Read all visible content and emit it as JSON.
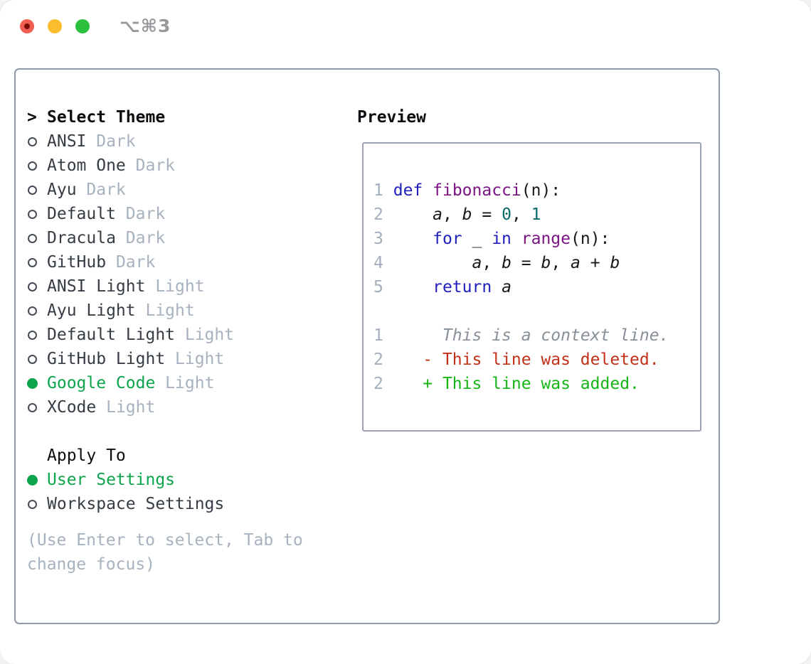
{
  "window": {
    "title": "⌥⌘3"
  },
  "colors": {
    "selection_green": "#0ca44d",
    "added_green": "#16b516",
    "deleted_red": "#c23018",
    "keyword_blue": "#2020bd",
    "function_purple": "#7a1583",
    "literal_teal": "#0b6a6a",
    "muted_gray": "#a7b1bf",
    "line_number_gray": "#a3adbd"
  },
  "theme_panel": {
    "header": {
      "marker": ">",
      "label": "Select Theme"
    },
    "items": [
      {
        "name": "ANSI",
        "variant": "Dark",
        "selected": false
      },
      {
        "name": "Atom One",
        "variant": "Dark",
        "selected": false
      },
      {
        "name": "Ayu",
        "variant": "Dark",
        "selected": false
      },
      {
        "name": "Default",
        "variant": "Dark",
        "selected": false
      },
      {
        "name": "Dracula",
        "variant": "Dark",
        "selected": false
      },
      {
        "name": "GitHub",
        "variant": "Dark",
        "selected": false
      },
      {
        "name": "ANSI Light",
        "variant": "Light",
        "selected": false
      },
      {
        "name": "Ayu Light",
        "variant": "Light",
        "selected": false
      },
      {
        "name": "Default Light",
        "variant": "Light",
        "selected": false
      },
      {
        "name": "GitHub Light",
        "variant": "Light",
        "selected": false
      },
      {
        "name": "Google Code",
        "variant": "Light",
        "selected": true
      },
      {
        "name": "XCode",
        "variant": "Light",
        "selected": false
      }
    ],
    "apply_to": {
      "label": "Apply To",
      "options": [
        {
          "name": "User Settings",
          "selected": true
        },
        {
          "name": "Workspace Settings",
          "selected": false
        }
      ]
    },
    "hint": "(Use Enter to select, Tab to change focus)"
  },
  "preview": {
    "label": "Preview",
    "code_lines": [
      {
        "num": "1",
        "tokens": [
          {
            "t": "def",
            "c": "kw"
          },
          {
            "t": " ",
            "c": "p"
          },
          {
            "t": "fibonacci",
            "c": "fn"
          },
          {
            "t": "(n):",
            "c": "p"
          }
        ]
      },
      {
        "num": "2",
        "tokens": [
          {
            "t": "    ",
            "c": "p"
          },
          {
            "t": "a",
            "c": "v"
          },
          {
            "t": ", ",
            "c": "p"
          },
          {
            "t": "b",
            "c": "v"
          },
          {
            "t": " = ",
            "c": "p"
          },
          {
            "t": "0",
            "c": "lit"
          },
          {
            "t": ", ",
            "c": "p"
          },
          {
            "t": "1",
            "c": "lit"
          }
        ]
      },
      {
        "num": "3",
        "tokens": [
          {
            "t": "    ",
            "c": "p"
          },
          {
            "t": "for",
            "c": "kw"
          },
          {
            "t": " _ ",
            "c": "p"
          },
          {
            "t": "in",
            "c": "kw"
          },
          {
            "t": " ",
            "c": "p"
          },
          {
            "t": "range",
            "c": "fn"
          },
          {
            "t": "(n):",
            "c": "p"
          }
        ]
      },
      {
        "num": "4",
        "tokens": [
          {
            "t": "        ",
            "c": "p"
          },
          {
            "t": "a",
            "c": "v"
          },
          {
            "t": ", ",
            "c": "p"
          },
          {
            "t": "b",
            "c": "v"
          },
          {
            "t": " = ",
            "c": "p"
          },
          {
            "t": "b",
            "c": "v"
          },
          {
            "t": ", ",
            "c": "p"
          },
          {
            "t": "a",
            "c": "v"
          },
          {
            "t": " + ",
            "c": "p"
          },
          {
            "t": "b",
            "c": "v"
          }
        ]
      },
      {
        "num": "5",
        "tokens": [
          {
            "t": "    ",
            "c": "p"
          },
          {
            "t": "return",
            "c": "kw"
          },
          {
            "t": " ",
            "c": "p"
          },
          {
            "t": "a",
            "c": "v"
          }
        ]
      }
    ],
    "diff_lines": [
      {
        "num": "1",
        "prefix": "      ",
        "text": "This is a context line.",
        "kind": "context"
      },
      {
        "num": "2",
        "prefix": "    ",
        "text": "- This line was deleted.",
        "kind": "deleted"
      },
      {
        "num": "2",
        "prefix": "    ",
        "text": "+ This line was added.",
        "kind": "added"
      }
    ]
  }
}
